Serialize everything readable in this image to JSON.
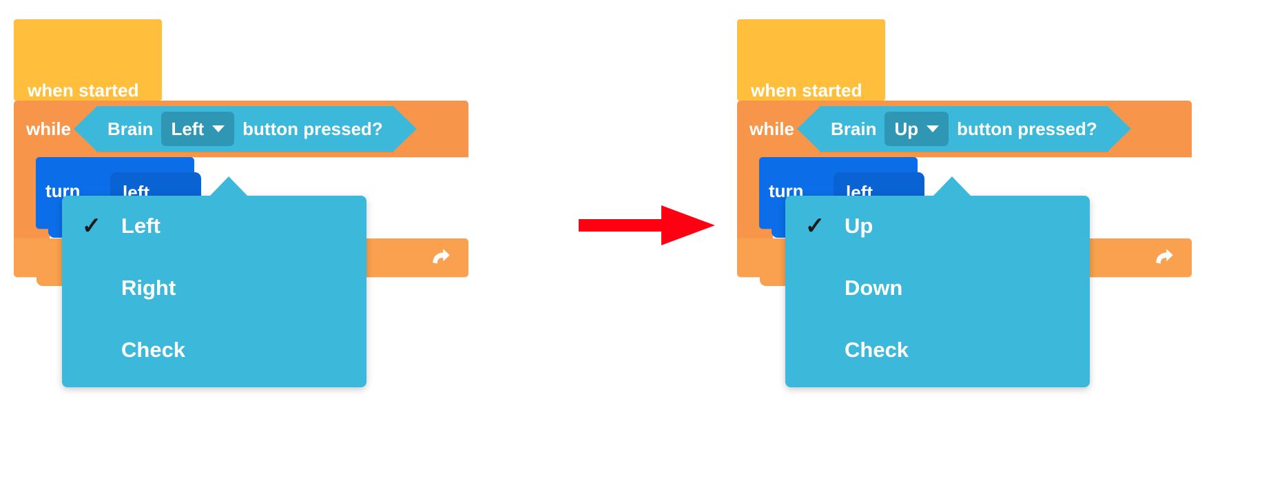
{
  "figure": {
    "type": "vex-vr-block-editor-dropdown-change",
    "transition_arrow_color": "#FF0013"
  },
  "palette": {
    "hat_yellow": "#FFBF3D",
    "control_orange": "#F7964A",
    "control_orange_light": "#F9A14E",
    "sensing_cyan": "#3CB8DA",
    "sensing_dropdown": "#2F96B4",
    "motion_blue": "#0B6EE8",
    "motion_blue_dark": "#0A63D2",
    "text_white": "#FFFFFF",
    "check_black": "#1A1A1A"
  },
  "panels": [
    {
      "id": "before",
      "hat": {
        "label": "when started",
        "icon": "hat-block"
      },
      "control": {
        "label": "while",
        "loop_icon": "loop-arrow-icon"
      },
      "condition": {
        "prefix": "Brain",
        "dropdown_value": "Left",
        "dropdown_caret": "chevron-down-icon",
        "suffix": "button pressed?"
      },
      "motion": {
        "label": "turn",
        "value": "left"
      },
      "menu": {
        "selected": "Left",
        "check_glyph": "✓",
        "items": [
          {
            "label": "Left",
            "checked": true
          },
          {
            "label": "Right",
            "checked": false
          },
          {
            "label": "Check",
            "checked": false
          }
        ]
      }
    },
    {
      "id": "after",
      "hat": {
        "label": "when started",
        "icon": "hat-block"
      },
      "control": {
        "label": "while",
        "loop_icon": "loop-arrow-icon"
      },
      "condition": {
        "prefix": "Brain",
        "dropdown_value": "Up",
        "dropdown_caret": "chevron-down-icon",
        "suffix": "button pressed?"
      },
      "motion": {
        "label": "turn",
        "value": "left"
      },
      "menu": {
        "selected": "Up",
        "check_glyph": "✓",
        "items": [
          {
            "label": "Up",
            "checked": true
          },
          {
            "label": "Down",
            "checked": false
          },
          {
            "label": "Check",
            "checked": false
          }
        ]
      }
    }
  ]
}
